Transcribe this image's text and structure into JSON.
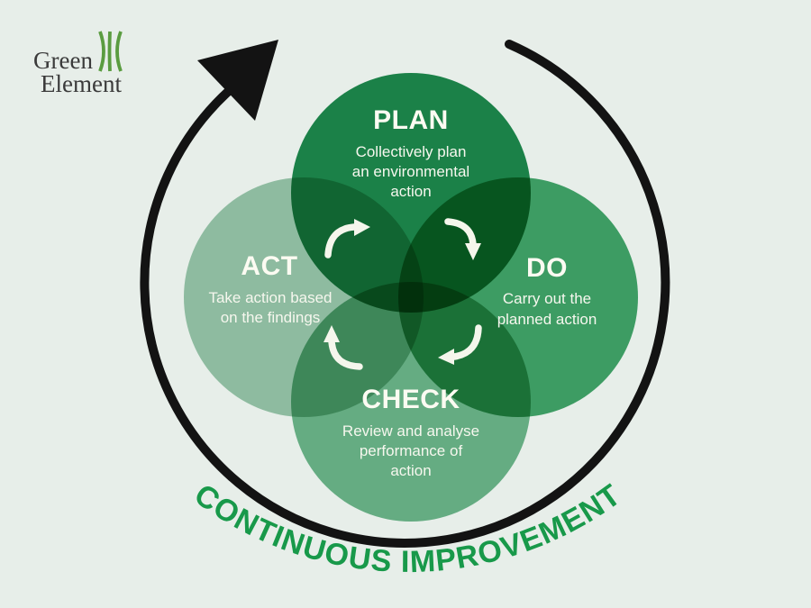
{
  "canvas": {
    "background_color": "#e7eee9",
    "width": "900",
    "height": "675"
  },
  "logo": {
    "line1": "Green",
    "line2": "Element",
    "text_color": "#3a3a3a",
    "icon": "three-curved-lines-mark-icon",
    "icon_color": "#5a9c40"
  },
  "cycle": {
    "plan": {
      "title": "PLAN",
      "desc": [
        "Collectively plan",
        "an environmental",
        "action"
      ],
      "color": "#1d8a4f"
    },
    "do": {
      "title": "DO",
      "desc": [
        "Carry out the",
        "planned action"
      ],
      "color": "#43a76c"
    },
    "check": {
      "title": "CHECK",
      "desc": [
        "Review and analyse",
        "performance of",
        "action"
      ],
      "color": "#6fb88e"
    },
    "act": {
      "title": "ACT",
      "desc": [
        "Take action based",
        "on the findings"
      ],
      "color": "#9dc9af"
    }
  },
  "banner": {
    "text": "CONTINUOUS IMPROVEMENT",
    "color": "#18994a"
  },
  "loop_arrow_color": "#131313",
  "step_arrow_color": "#f5f6ec"
}
